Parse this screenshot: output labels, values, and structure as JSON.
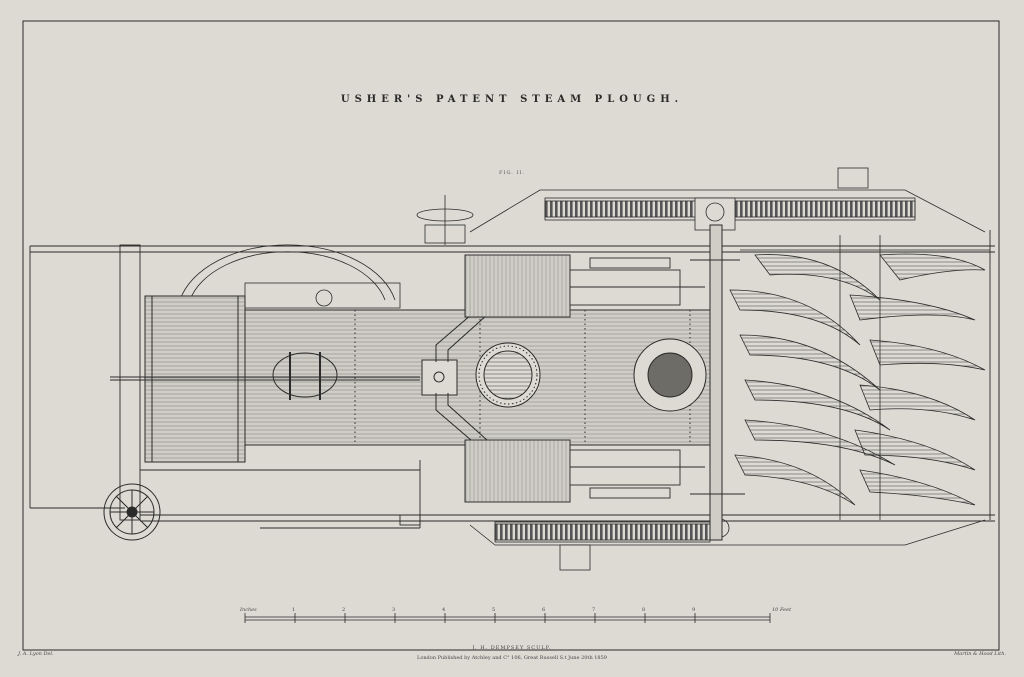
{
  "plate": {
    "title": "USHER'S PATENT STEAM PLOUGH.",
    "figure_label": "FIG. II.",
    "draughtsman": "J. A. Lyon Del.",
    "engraver": "J. H. DEMPSEY SCULP.",
    "publisher_line": "London Published by Atchley and C° 106, Great Russell S.t June 20th 1859",
    "printer": "Martin & Hood Lith.",
    "scale_left_label": "Inches",
    "scale_right_label": "10 Feet",
    "scale_numbers": [
      "1",
      "2",
      "3",
      "4",
      "5",
      "6",
      "7",
      "8",
      "9"
    ]
  },
  "colors": {
    "paper": "#dcdad3",
    "ink": "#2b2b2b",
    "boiler_fill": "#cfcdc6",
    "shade": "#8a8882"
  }
}
